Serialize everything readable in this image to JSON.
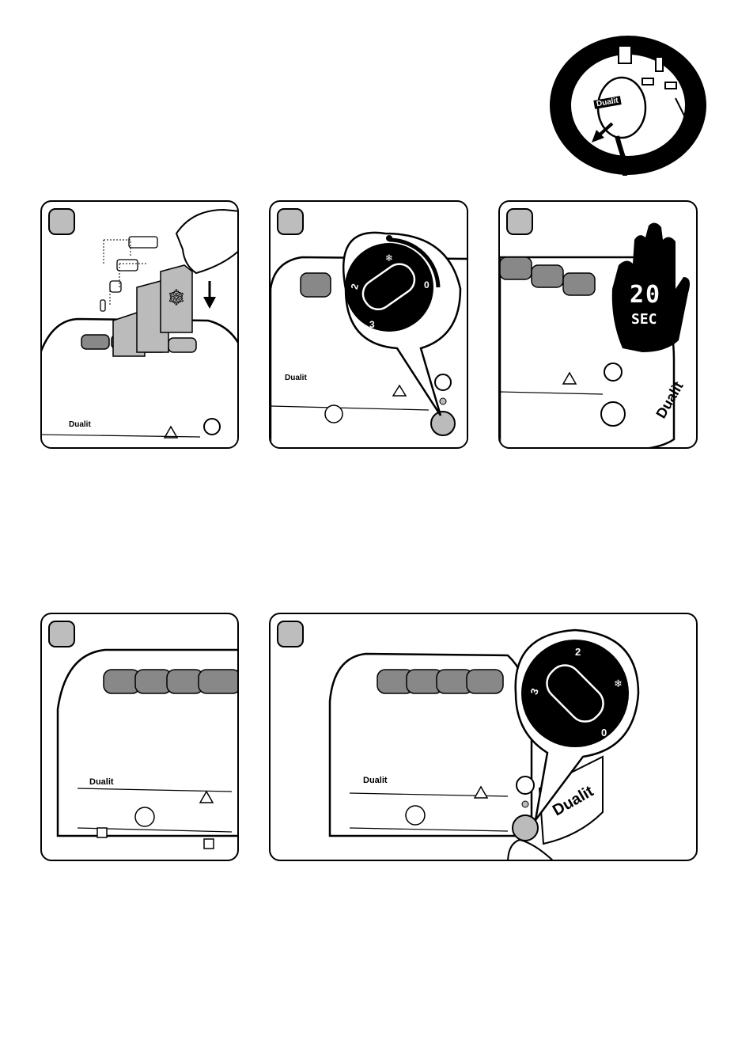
{
  "brand": {
    "name": "Dualit"
  },
  "plug_callout": {
    "brand_label": "Dualit"
  },
  "panels": [
    {
      "id": "step-1",
      "step_label": "",
      "brand_label": "Dualit"
    },
    {
      "id": "step-2",
      "step_label": "",
      "brand_label": "Dualit",
      "dial_labels": {
        "defrost": "❄",
        "zero": "0",
        "two": "2",
        "three": "3"
      }
    },
    {
      "id": "step-3",
      "step_label": "",
      "brand_label": "Dualit",
      "timer_value": "20",
      "timer_unit": "SEC"
    },
    {
      "id": "step-4",
      "step_label": "",
      "brand_label": "Dualit"
    },
    {
      "id": "step-5",
      "step_label": "",
      "brand_label": "Dualit",
      "dial_labels": {
        "defrost": "❄",
        "zero": "0",
        "two": "2",
        "three": "3"
      }
    }
  ]
}
